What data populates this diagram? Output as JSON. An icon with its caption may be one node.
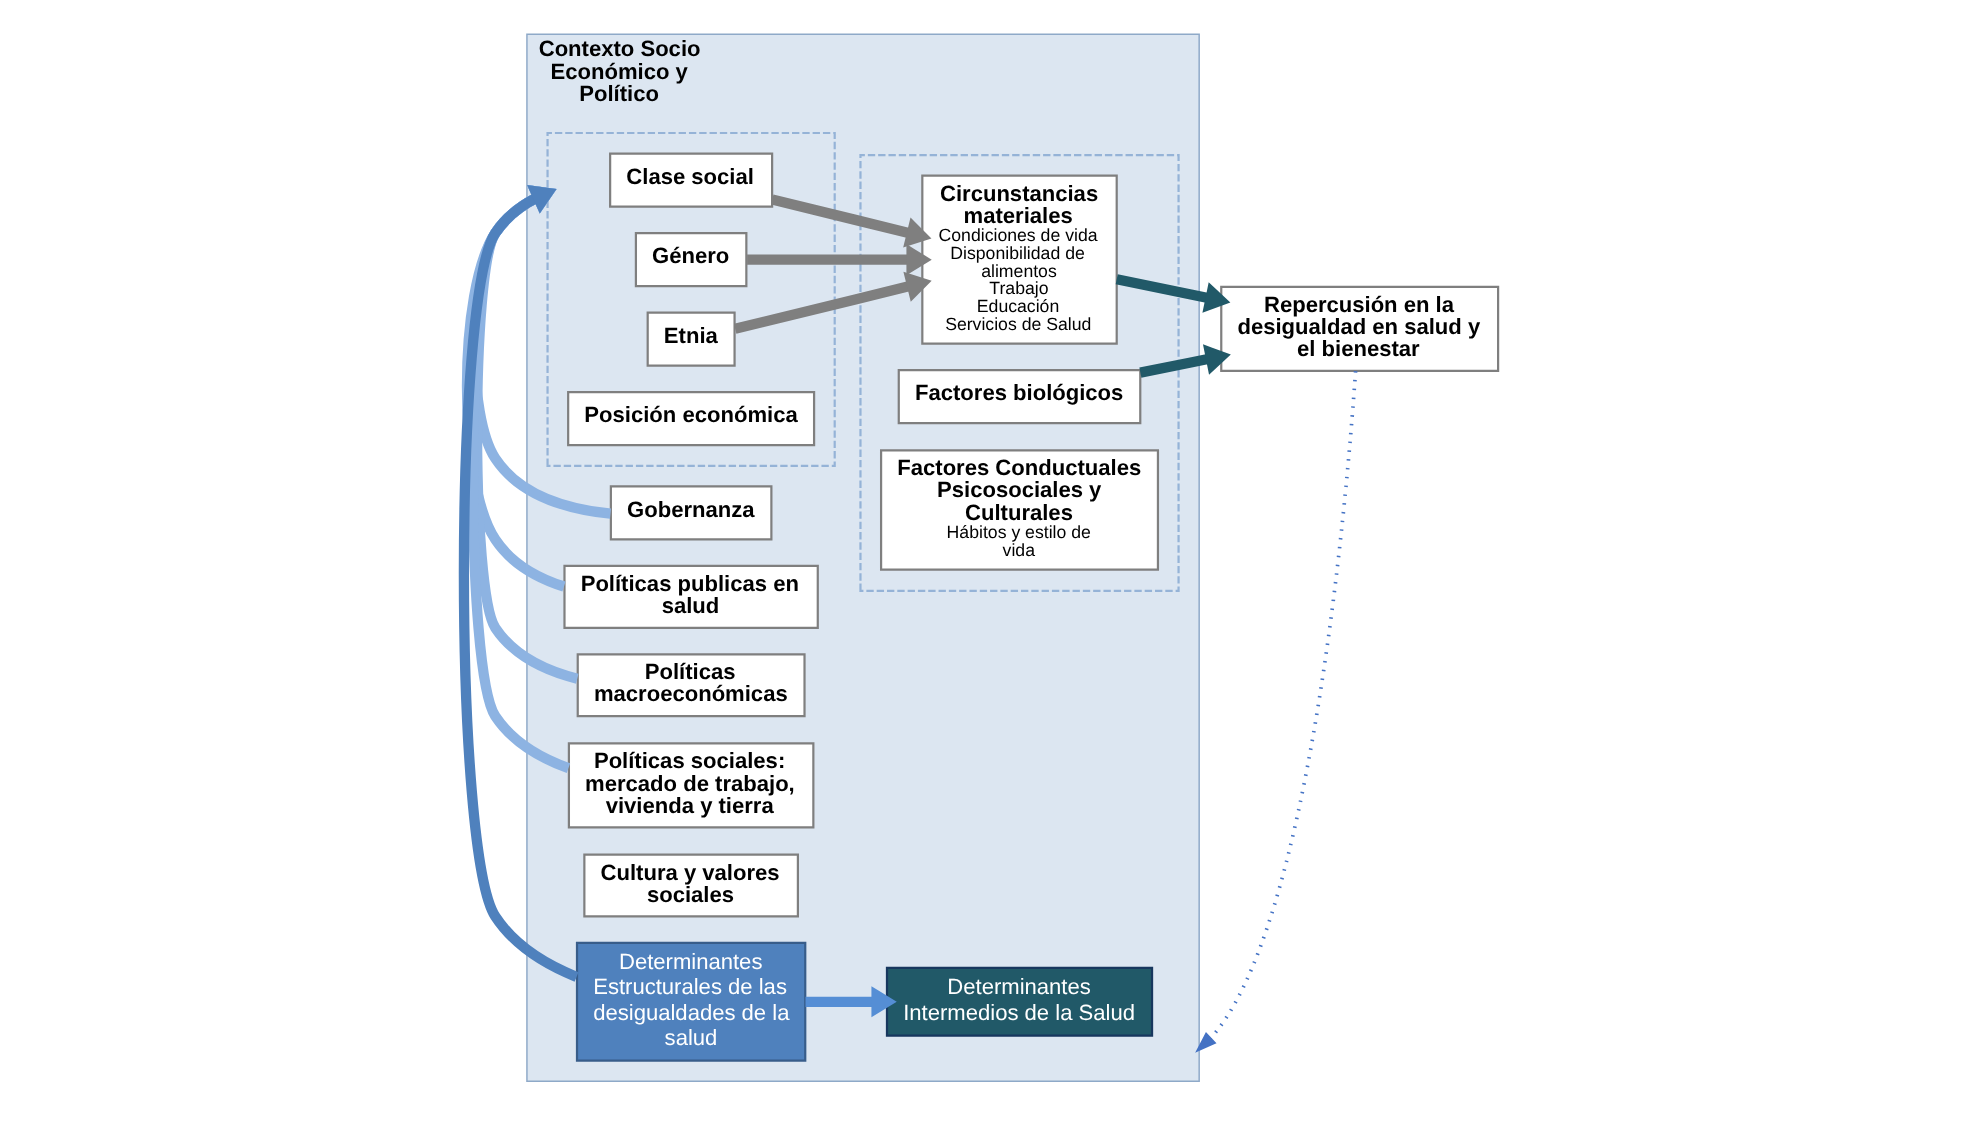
{
  "diagram": {
    "nodes": [
      {
        "text": [
          "Contexto Socio Económico y Político"
        ]
      },
      {
        "text": [
          "Gobernanza"
        ],
        "in": 0
      },
      {
        "text": [
          "Políticas publicas en salud"
        ],
        "in": 0
      },
      {
        "text": [
          "Políticas macroeconómicas"
        ],
        "in": 0
      },
      {
        "text": [
          "Políticas sociales: mercado de trabajo, vivienda y tierra"
        ],
        "in": 0
      },
      {
        "text": [
          "Cultura y valores sociales"
        ],
        "in": 0
      },
      {
        "text": [],
        "shape": "box",
        "in": 0
      },
      {
        "text": [
          "Clase social"
        ],
        "in": 6
      },
      {
        "text": [
          "Género"
        ],
        "in": 6
      },
      {
        "text": [
          "Etnia"
        ],
        "in": 6
      },
      {
        "text": [
          "Posición económica"
        ],
        "in": 6
      },
      {
        "text": [],
        "shape": "box",
        "in": 0
      },
      {
        "text": [
          "Circunstancias materiales",
          "Condiciones de vida",
          "Disponibilidad de alimentos",
          "Trabajo",
          "Educación",
          "Servicios de Salud"
        ],
        "in": 11
      },
      {
        "text": [
          "Factores biológicos"
        ],
        "in": 11
      },
      {
        "text": [
          "Factores Conductuales Psicosociales y Culturales",
          "Hábitos y estilo de vida"
        ],
        "in": 11
      },
      {
        "text": [
          "Repercusión en la desigualdad en salud y el bienestar"
        ]
      },
      {
        "text": [
          "Determinantes Estructurales de las desigualdades de la salud"
        ],
        "in": 0
      },
      {
        "text": [
          "Determinantes Intermedios de la Salud"
        ],
        "in": 0
      }
    ],
    "edges": [
      {
        "from": 1,
        "to": 6,
        "arrow": "to",
        "color": "#8db3e2"
      },
      {
        "from": 2,
        "to": 6,
        "arrow": "to",
        "color": "#8db3e2"
      },
      {
        "from": 3,
        "to": 6,
        "arrow": "to",
        "color": "#8db3e2"
      },
      {
        "from": 4,
        "to": 6,
        "arrow": "to",
        "color": "#8db3e2"
      },
      {
        "from": 7,
        "to": 12,
        "arrow": "to",
        "color": "#7f7f7f"
      },
      {
        "from": 8,
        "to": 12,
        "arrow": "to",
        "color": "#7f7f7f"
      },
      {
        "from": 9,
        "to": 12,
        "arrow": "to",
        "color": "#7f7f7f"
      },
      {
        "from": 12,
        "to": 15,
        "arrow": "to",
        "color": "#215968"
      },
      {
        "from": 13,
        "to": 15,
        "arrow": "to",
        "color": "#215968"
      },
      {
        "from": 16,
        "to": 6,
        "arrow": "to",
        "color": "#4f81bd"
      },
      {
        "from": 16,
        "to": 17,
        "arrow": "to",
        "color": "#558ed5"
      },
      {
        "from": 15,
        "to": 0,
        "arrow": "to",
        "style": "dashed",
        "color": "#4472c4"
      }
    ]
  }
}
